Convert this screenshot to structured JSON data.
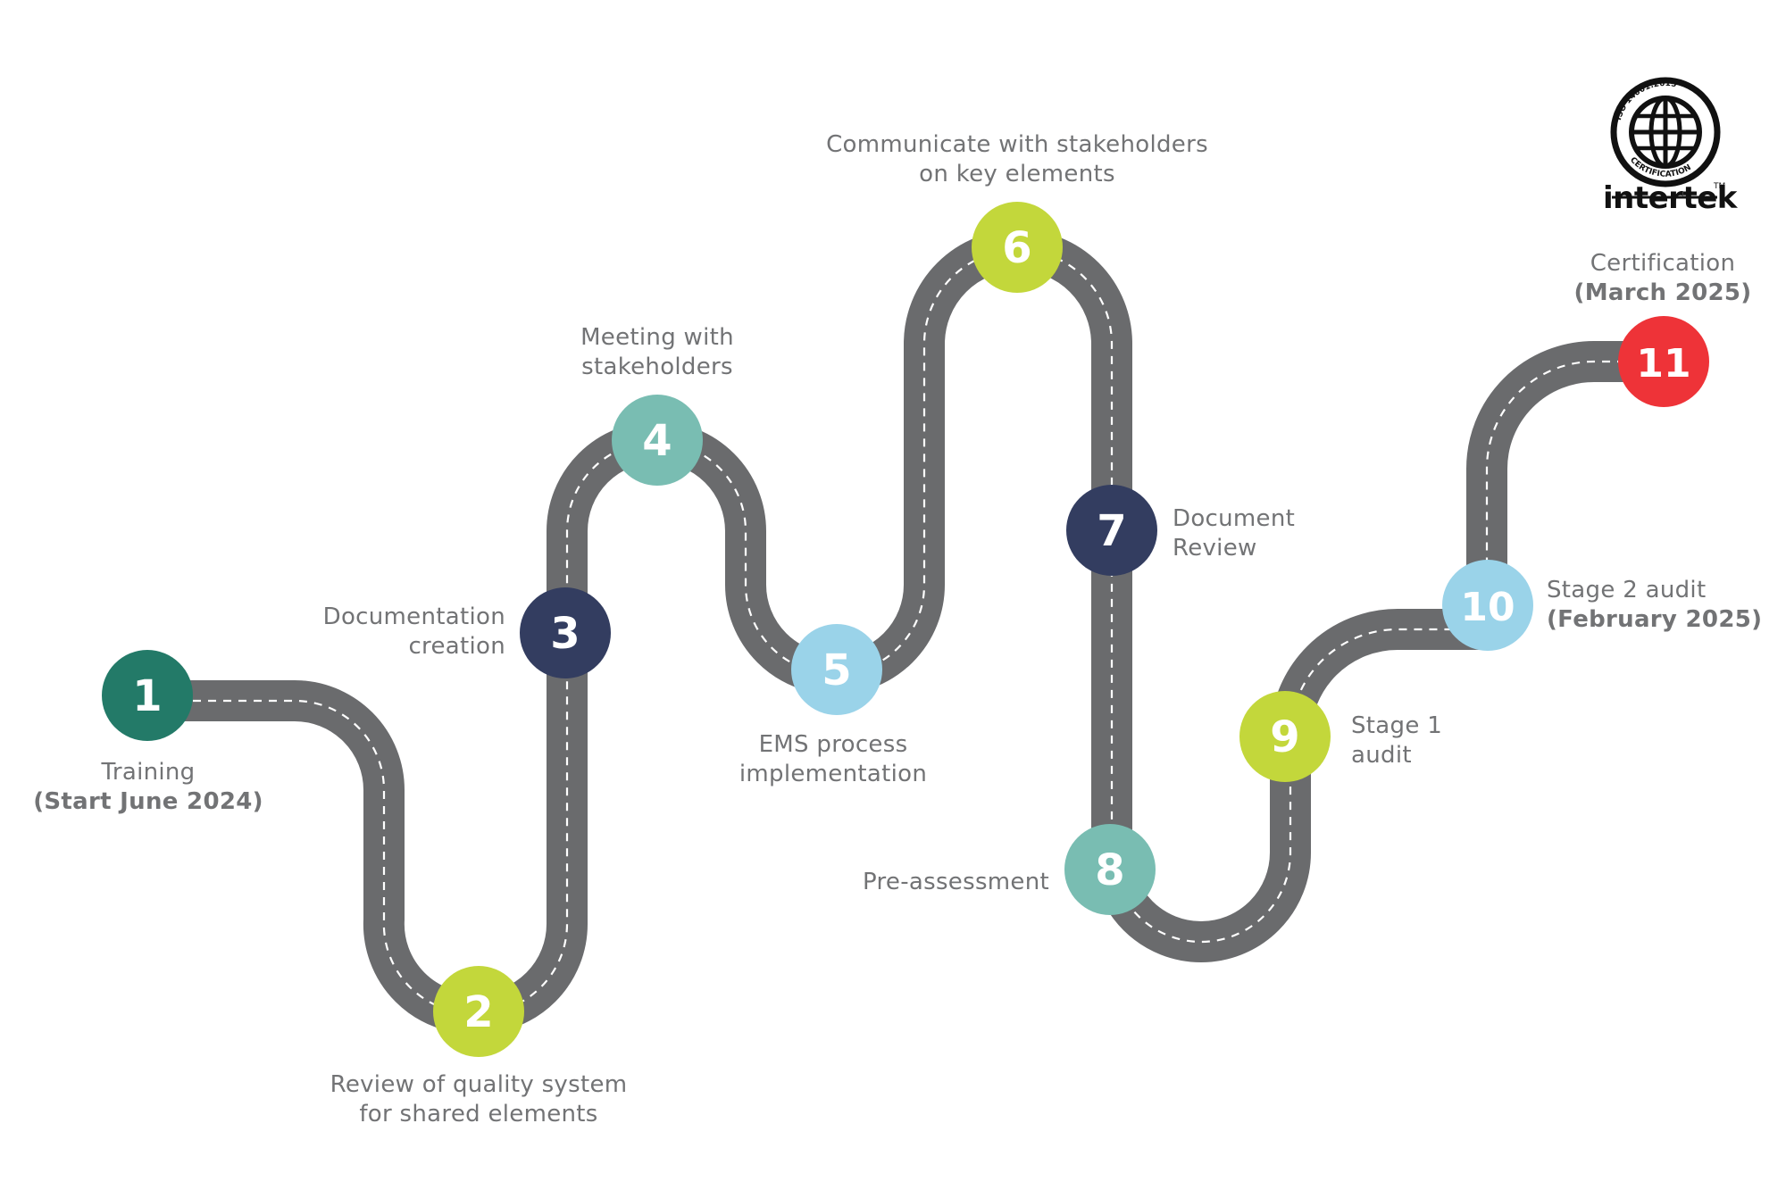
{
  "colors": {
    "road": "#6a6b6d",
    "dash": "#ffffff",
    "label": "#727375",
    "teal_dark": "#237a68",
    "lime": "#c3d73b",
    "navy": "#333d60",
    "teal_light": "#79bdb2",
    "sky": "#9ad3e9",
    "red": "#ee3338"
  },
  "steps": [
    {
      "number": "1",
      "color": "#237a68",
      "label_lines": [
        "Training"
      ],
      "label_bold": "(Start June 2024)"
    },
    {
      "number": "2",
      "color": "#c3d73b",
      "label_lines": [
        "Review of quality system",
        "for shared elements"
      ],
      "label_bold": ""
    },
    {
      "number": "3",
      "color": "#333d60",
      "label_lines": [
        "Documentation",
        "creation"
      ],
      "label_bold": ""
    },
    {
      "number": "4",
      "color": "#79bdb2",
      "label_lines": [
        "Meeting with",
        "stakeholders"
      ],
      "label_bold": ""
    },
    {
      "number": "5",
      "color": "#9ad3e9",
      "label_lines": [
        "EMS process",
        "implementation"
      ],
      "label_bold": ""
    },
    {
      "number": "6",
      "color": "#c3d73b",
      "label_lines": [
        "Communicate with stakeholders",
        "on key elements"
      ],
      "label_bold": ""
    },
    {
      "number": "7",
      "color": "#333d60",
      "label_lines": [
        "Document",
        "Review"
      ],
      "label_bold": ""
    },
    {
      "number": "8",
      "color": "#79bdb2",
      "label_lines": [
        "Pre-assessment"
      ],
      "label_bold": ""
    },
    {
      "number": "9",
      "color": "#c3d73b",
      "label_lines": [
        "Stage 1",
        "audit"
      ],
      "label_bold": ""
    },
    {
      "number": "10",
      "color": "#9ad3e9",
      "label_lines": [
        "Stage 2 audit"
      ],
      "label_bold": "(February 2025)"
    },
    {
      "number": "11",
      "color": "#ee3338",
      "label_lines": [
        "Certification"
      ],
      "label_bold": "(March 2025)"
    }
  ],
  "logo": {
    "ring_text": "ISO 14001:2015 CERTIFICATION",
    "trademark": "TM",
    "wordmark": "intertek",
    "icon": "globe-icon"
  }
}
